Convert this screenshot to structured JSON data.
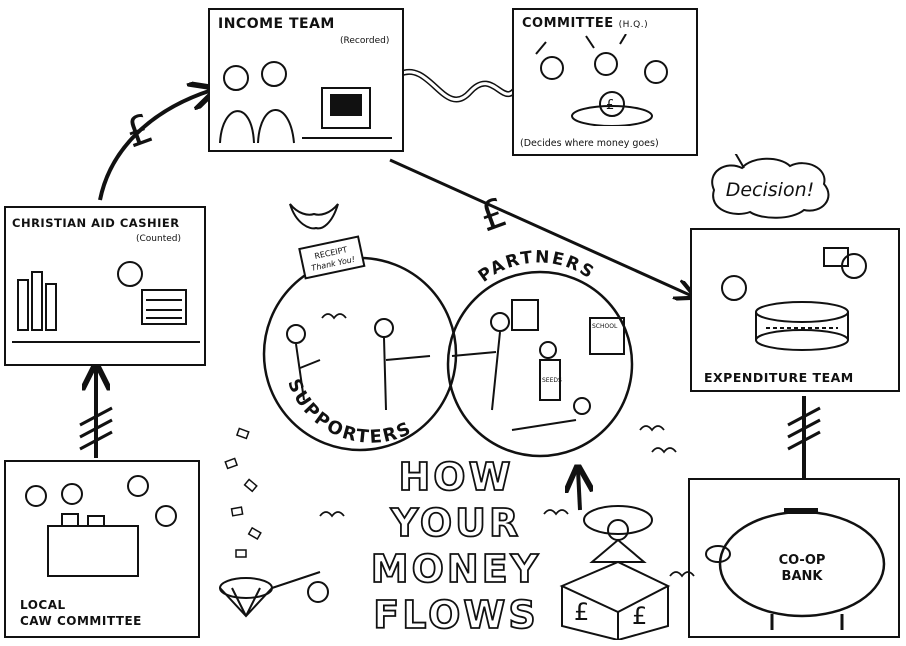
{
  "panels": {
    "income_team": {
      "title": "INCOME TEAM",
      "note": "(Recorded)"
    },
    "committee": {
      "title": "COMMITTEE",
      "hq": "(H.Q.)",
      "caption": "(Decides where money goes)"
    },
    "cashier": {
      "title": "CHRISTIAN AID CASHIER",
      "note": "(Counted)"
    },
    "expenditure": {
      "title": "EXPENDITURE TEAM"
    },
    "local": {
      "line1": "LOCAL",
      "line2": "CAW COMMITTEE"
    },
    "bank": {
      "line1": "CO-OP",
      "line2": "BANK"
    }
  },
  "decision_bubble": "Decision!",
  "receipt": {
    "line1": "RECEIPT",
    "line2": "Thank You!"
  },
  "circles": {
    "supporters": "SUPPORTERS",
    "partners": "PARTNERS",
    "school_sign": "SCHOOL",
    "seeds_sign": "SEEDS"
  },
  "headline": [
    "HOW",
    "YOUR",
    "MONEY",
    "FLOWS"
  ],
  "currency_symbol": "£",
  "box_symbols": [
    "£",
    "£"
  ],
  "colors": {
    "ink": "#111111",
    "paper": "#ffffff"
  }
}
